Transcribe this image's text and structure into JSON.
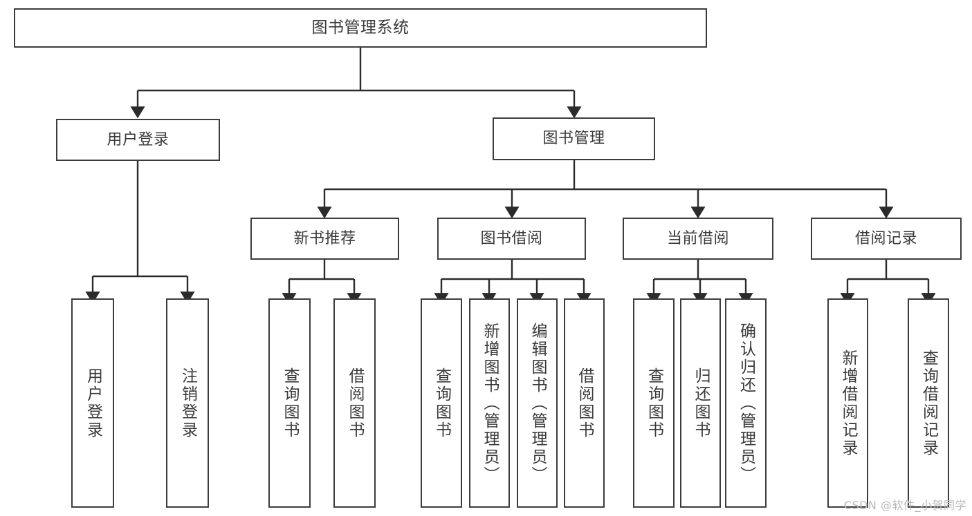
{
  "diagram": {
    "title": "图书管理系统",
    "type": "tree-hierarchy-diagram",
    "colors": {
      "background": "#ffffff",
      "box_border": "#3c3c3c",
      "box_fill": "#ffffff",
      "text": "#3a3a3a",
      "connector": "#2b2b2b",
      "watermark": "#b9b9b9"
    },
    "root": {
      "label": "图书管理系统"
    },
    "level2": [
      {
        "key": "user_login",
        "label": "用户登录"
      },
      {
        "key": "book_manage",
        "label": "图书管理"
      }
    ],
    "level3": [
      {
        "key": "new_book_rec",
        "label": "新书推荐"
      },
      {
        "key": "book_borrow",
        "label": "图书借阅"
      },
      {
        "key": "current_borrow",
        "label": "当前借阅"
      },
      {
        "key": "borrow_record",
        "label": "借阅记录"
      }
    ],
    "leaves": {
      "user_login": [
        {
          "label": "用户登录"
        },
        {
          "label": "注销登录"
        }
      ],
      "new_book_rec": [
        {
          "label": "查询图书"
        },
        {
          "label": "借阅图书"
        }
      ],
      "book_borrow": [
        {
          "label": "查询图书"
        },
        {
          "label": "新增图书（管理员）"
        },
        {
          "label": "编辑图书（管理员）"
        },
        {
          "label": "借阅图书"
        }
      ],
      "current_borrow": [
        {
          "label": "查询图书"
        },
        {
          "label": "归还图书"
        },
        {
          "label": "确认归还（管理员）"
        }
      ],
      "borrow_record": [
        {
          "label": "新增借阅记录"
        },
        {
          "label": "查询借阅记录"
        }
      ]
    },
    "watermark": "CSDN @软件_小贺同学"
  }
}
